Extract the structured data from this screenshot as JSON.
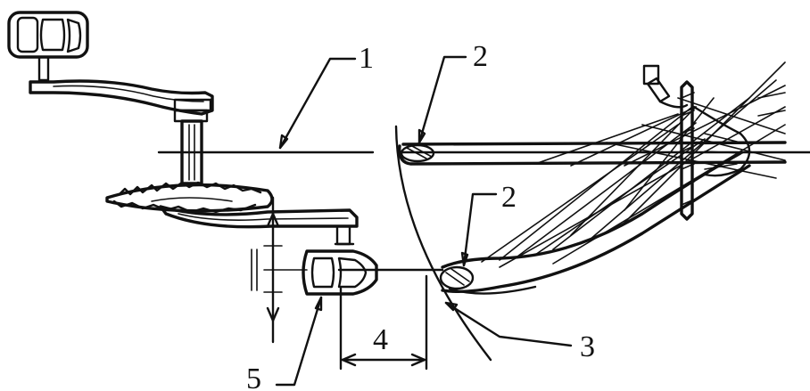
{
  "labels": {
    "ref1": "1",
    "ref2_top": "2",
    "ref2_lower": "2",
    "ref3": "3",
    "ref4": "4",
    "ref5": "5"
  }
}
